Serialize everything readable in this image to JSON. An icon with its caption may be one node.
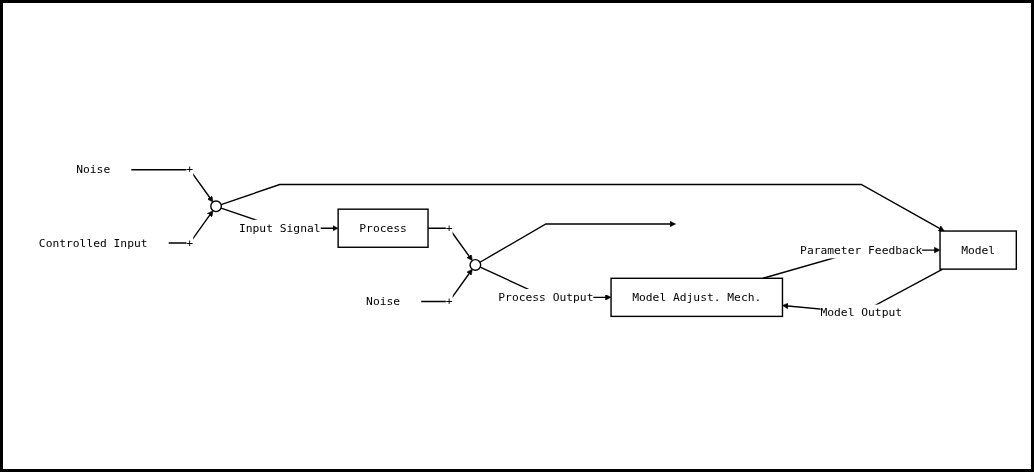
{
  "diagram": {
    "nodes": [
      {
        "text": [
          "Noise"
        ]
      },
      {
        "text": [
          "Controlled Input"
        ]
      },
      {
        "text": [],
        "shape": "circle"
      },
      {
        "text": [
          "Process"
        ]
      },
      {
        "text": [
          "Model"
        ]
      },
      {
        "text": [
          "Noise"
        ]
      },
      {
        "text": [],
        "shape": "circle"
      },
      {
        "text": [
          "Model Adjust. Mech."
        ]
      }
    ],
    "edges": [
      {
        "from": 0,
        "to": 2,
        "arrow": "to",
        "label": "+"
      },
      {
        "from": 1,
        "to": 2,
        "arrow": "to",
        "label": "+"
      },
      {
        "from": 2,
        "to": 3,
        "arrow": "to",
        "label": "Input Signal"
      },
      {
        "from": 2,
        "to": 4,
        "arrow": "to"
      },
      {
        "from": 3,
        "to": 6,
        "arrow": "to",
        "label": "+"
      },
      {
        "from": 5,
        "to": 6,
        "arrow": "to",
        "label": "+"
      },
      {
        "from": 6,
        "to": null,
        "arrow": "to"
      },
      {
        "from": 6,
        "to": 7,
        "arrow": "to",
        "label": "Process Output"
      },
      {
        "from": 4,
        "to": 7,
        "arrow": "to",
        "label": "Model Output"
      },
      {
        "from": 7,
        "to": 4,
        "arrow": "to",
        "label": "Parameter Feedback"
      }
    ]
  }
}
